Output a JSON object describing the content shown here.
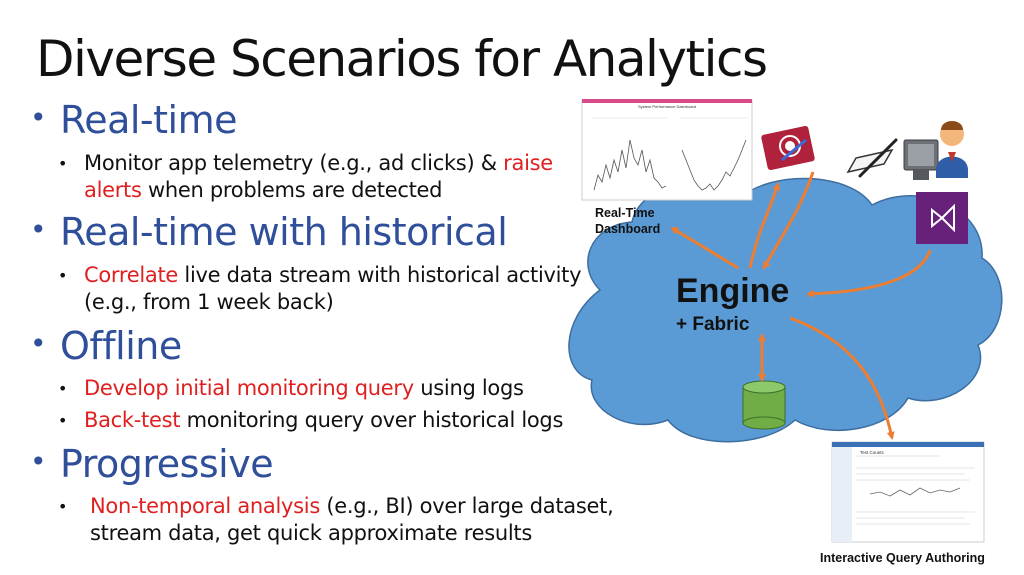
{
  "title": "Diverse Scenarios for Analytics",
  "bullets": [
    {
      "heading": "Real-time",
      "subs": [
        {
          "parts": [
            {
              "text": "Monitor app telemetry (e.g., ad clicks) & ",
              "red": false
            },
            {
              "text": "raise alerts",
              "red": true
            },
            {
              "text": " when problems are detected",
              "red": false
            }
          ]
        }
      ]
    },
    {
      "heading": "Real-time with historical",
      "subs": [
        {
          "parts": [
            {
              "text": "Correlate",
              "red": true
            },
            {
              "text": " live data stream with historical activity (e.g., from 1 week back)",
              "red": false
            }
          ]
        }
      ]
    },
    {
      "heading": "Offline",
      "subs": [
        {
          "parts": [
            {
              "text": "Develop initial monitoring query",
              "red": true
            },
            {
              "text": " using logs",
              "red": false
            }
          ]
        },
        {
          "parts": [
            {
              "text": "Back-test",
              "red": true
            },
            {
              "text": " monitoring query over historical logs",
              "red": false
            }
          ]
        }
      ]
    },
    {
      "heading": "Progressive",
      "subs": [
        {
          "parts": [
            {
              "text": "Non-temporal analysis",
              "red": true
            },
            {
              "text": " (e.g., BI) over large dataset, stream data, get quick approximate results",
              "red": false
            }
          ]
        }
      ]
    }
  ],
  "diagram": {
    "engine_label": "Engine",
    "fabric_label": "+ Fabric",
    "dashboard_label": "Real-Time Dashboard",
    "dashboard_title": "System Performance Dashboard",
    "query_label": "Interactive Query Authoring",
    "query_title": "Test Counts"
  },
  "colors": {
    "heading": "#2f4f9a",
    "highlight": "#e02020",
    "cloud": "#5b9bd5",
    "cloud_stroke": "#3e6ea0",
    "arrow": "#ed7d31",
    "database": "#70ad47",
    "vs_tile": "#68217a"
  }
}
